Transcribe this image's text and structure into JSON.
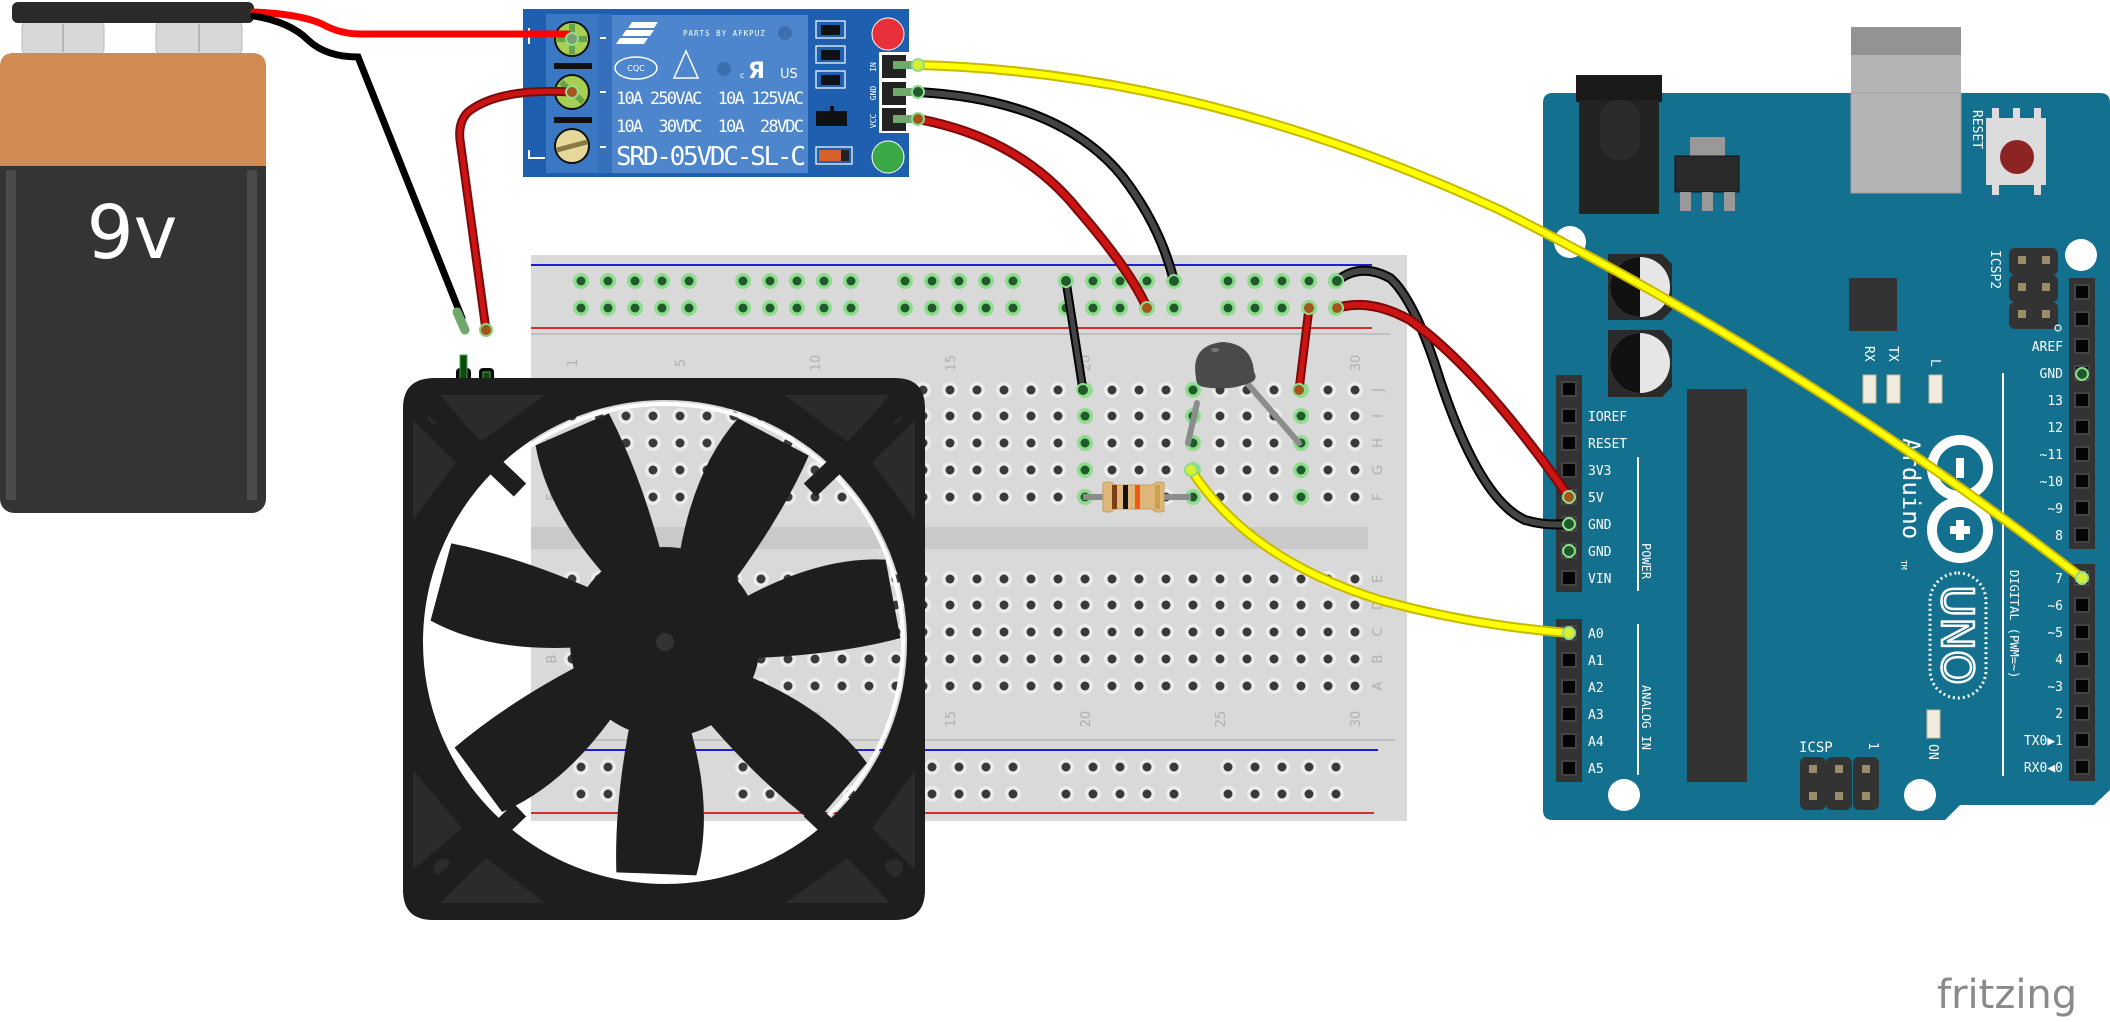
{
  "canvas": {
    "app": "fritzing",
    "logo_text": "fritzing",
    "view": "breadboard"
  },
  "battery": {
    "label": "9v",
    "name": "9V Battery"
  },
  "relay": {
    "name": "Relay module",
    "brand": "PARTS BY AFKPUZ",
    "cert_cqc": "CQC",
    "cert_ul": "c℟us",
    "ul_c": "c",
    "ul_mark": "R̲",
    "ul_us": "US",
    "rating_row1": "10A 250VAC  10A 125VAC",
    "rating_row2": "10A  30VDC  10A  28VDC",
    "model": "SRD-05VDC-SL-C",
    "pins": [
      "IN",
      "GND",
      "VCC"
    ],
    "led_colors": {
      "top": "#e8303a",
      "bottom": "#3aa845"
    }
  },
  "fan": {
    "name": "DC Fan"
  },
  "breadboard": {
    "name": "Half+ breadboard",
    "columns": 30,
    "column_labels_shown": [
      "1",
      "5",
      "10",
      "15",
      "20",
      "25",
      "30"
    ],
    "top_rows": [
      "J",
      "I",
      "H",
      "G",
      "F"
    ],
    "bottom_rows": [
      "E",
      "D",
      "C",
      "B",
      "A"
    ],
    "row_labels_right": [
      "J",
      "I",
      "H",
      "G",
      "F",
      "D",
      "C",
      "B",
      "A"
    ]
  },
  "components": {
    "resistor": {
      "name": "Resistor",
      "bands": [
        "#7a3f12",
        "#111111",
        "#f25a12",
        "#c9a24a"
      ]
    },
    "thermistor": {
      "name": "Thermistor"
    }
  },
  "arduino": {
    "name": "Arduino Uno (Rev3)",
    "brand": "Arduino",
    "tm": "TM",
    "model": "UNO",
    "reset_label": "RESET",
    "icsp2_label": "ICSP2",
    "icsp_label": "ICSP",
    "icsp_pin1": "1",
    "led_labels": {
      "rx": "RX",
      "tx": "TX",
      "l": "L",
      "on": "ON"
    },
    "power_header": [
      "",
      "IOREF",
      "RESET",
      "3V3",
      "5V",
      "GND",
      "GND",
      "VIN"
    ],
    "power_group_label": "POWER",
    "analog_header": [
      "A0",
      "A1",
      "A2",
      "A3",
      "A4",
      "A5"
    ],
    "analog_group_label": "ANALOG IN",
    "digital_header_top": [
      "",
      "",
      "AREF",
      "GND",
      "13",
      "12",
      "~11",
      "~10",
      "~9",
      "8"
    ],
    "digital_header_bottom": [
      "7",
      "~6",
      "~5",
      "4",
      "~3",
      "2",
      "TX0▶1",
      "RX0◀0"
    ],
    "digital_group_label": "DIGITAL (PWM=~)"
  },
  "wires": [
    {
      "from": "battery+",
      "to": "relay COM",
      "color": "#ff0000"
    },
    {
      "from": "battery-",
      "to": "fan-",
      "color": "#000000"
    },
    {
      "from": "relay NO",
      "to": "fan+",
      "color": "#cc1414"
    },
    {
      "from": "relay IN",
      "to": "arduino D7",
      "color": "#ffff00"
    },
    {
      "from": "relay GND",
      "to": "breadboard top rail -",
      "color": "#404040"
    },
    {
      "from": "relay VCC",
      "to": "breadboard top rail +",
      "color": "#cc1414"
    },
    {
      "from": "rail -",
      "to": "arduino GND",
      "color": "#404040"
    },
    {
      "from": "rail +",
      "to": "arduino 5V",
      "color": "#cc1414"
    },
    {
      "from": "rail -",
      "to": "J20",
      "color": "#404040"
    },
    {
      "from": "rail +",
      "to": "J28",
      "color": "#cc1414"
    },
    {
      "from": "G24",
      "to": "arduino A0",
      "color": "#ffff00"
    }
  ],
  "colors": {
    "arduino_board": "#13718f",
    "breadboard": "#d9d9d9",
    "fan": "#1e1e1e",
    "battery_top": "#d18b52",
    "battery_body": "#343434"
  }
}
